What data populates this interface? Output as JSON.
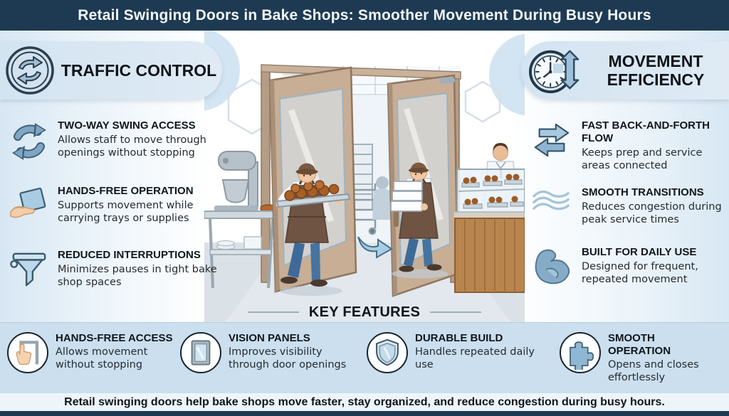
{
  "title": "Retail Swinging Doors in Bake Shops: Smoother Movement During Busy Hours",
  "left_panel": {
    "header": "TRAFFIC CONTROL",
    "header_icon": "swap-arrows-circle-icon",
    "items": [
      {
        "icon": "cycle-arrows-icon",
        "title": "TWO-WAY SWING ACCESS",
        "desc": "Allows staff to move through openings without stopping"
      },
      {
        "icon": "hand-tray-icon",
        "title": "HANDS-FREE OPERATION",
        "desc": "Supports movement while carrying trays or supplies"
      },
      {
        "icon": "funnel-icon",
        "title": "REDUCED INTERRUPTIONS",
        "desc": "Minimizes pauses in tight bake shop spaces"
      }
    ]
  },
  "right_panel": {
    "header": "MOVEMENT EFFICIENCY",
    "header_icon": "clock-double-arrow-icon",
    "items": [
      {
        "icon": "back-and-forth-arrows-icon",
        "title": "FAST BACK-AND-FORTH FLOW",
        "desc": "Keeps prep and service areas connected"
      },
      {
        "icon": "waves-icon",
        "title": "SMOOTH TRANSITIONS",
        "desc": "Reduces congestion during peak service times"
      },
      {
        "icon": "bicep-icon",
        "title": "BUILT FOR DAILY USE",
        "desc": "Designed for frequent, repeated movement"
      }
    ]
  },
  "key_features": {
    "heading": "KEY FEATURES",
    "items": [
      {
        "icon": "hand-door-icon",
        "title": "HANDS-FREE ACCESS",
        "desc": "Allows movement without stopping"
      },
      {
        "icon": "vision-panel-icon",
        "title": "VISION PANELS",
        "desc": "Improves visibility through door openings"
      },
      {
        "icon": "shield-icon",
        "title": "DURABLE BUILD",
        "desc": "Handles repeated daily use"
      },
      {
        "icon": "puzzle-icon",
        "title": "SMOOTH OPERATION",
        "desc": "Opens and closes effortlessly"
      }
    ]
  },
  "footer": "Retail swinging doors help bake shops move faster, stay organized, and reduce congestion during busy hours.",
  "colors": {
    "navy": "#1e3a52",
    "panel_blue": "#d6e6f2",
    "band_blue": "#cbdfee",
    "steel": "#8fb6d2",
    "outline": "#2e4a5e"
  }
}
